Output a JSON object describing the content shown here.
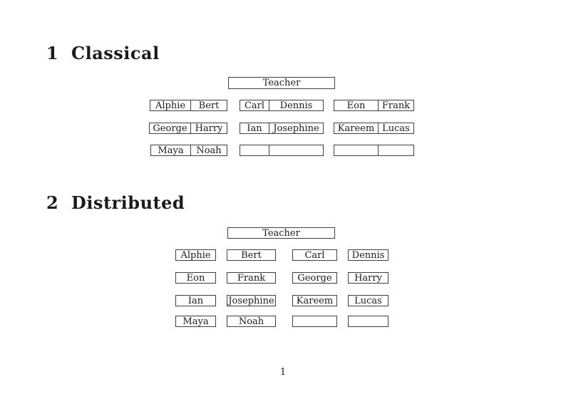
{
  "colors": {
    "background": "#ffffff",
    "text": "#1b1b1b",
    "border": "#404040"
  },
  "footer": {
    "page_number": "1"
  },
  "sections": [
    {
      "number": "1",
      "title": "Classical",
      "teacher_label": "Teacher",
      "rows": [
        [
          [
            "Alphie",
            "Bert"
          ],
          [
            "Carl",
            "Dennis"
          ],
          [
            "Eon",
            "Frank"
          ]
        ],
        [
          [
            "George",
            "Harry"
          ],
          [
            "Ian",
            "Josephine"
          ],
          [
            "Kareem",
            "Lucas"
          ]
        ],
        [
          [
            "Maya",
            "Noah"
          ],
          [
            "",
            ""
          ],
          [
            "",
            ""
          ]
        ]
      ]
    },
    {
      "number": "2",
      "title": "Distributed",
      "teacher_label": "Teacher",
      "rows": [
        [
          "Alphie",
          "Bert",
          "Carl",
          "Dennis"
        ],
        [
          "Eon",
          "Frank",
          "George",
          "Harry"
        ],
        [
          "Ian",
          "Josephine",
          "Kareem",
          "Lucas"
        ],
        [
          "Maya",
          "Noah",
          "",
          ""
        ]
      ]
    }
  ]
}
